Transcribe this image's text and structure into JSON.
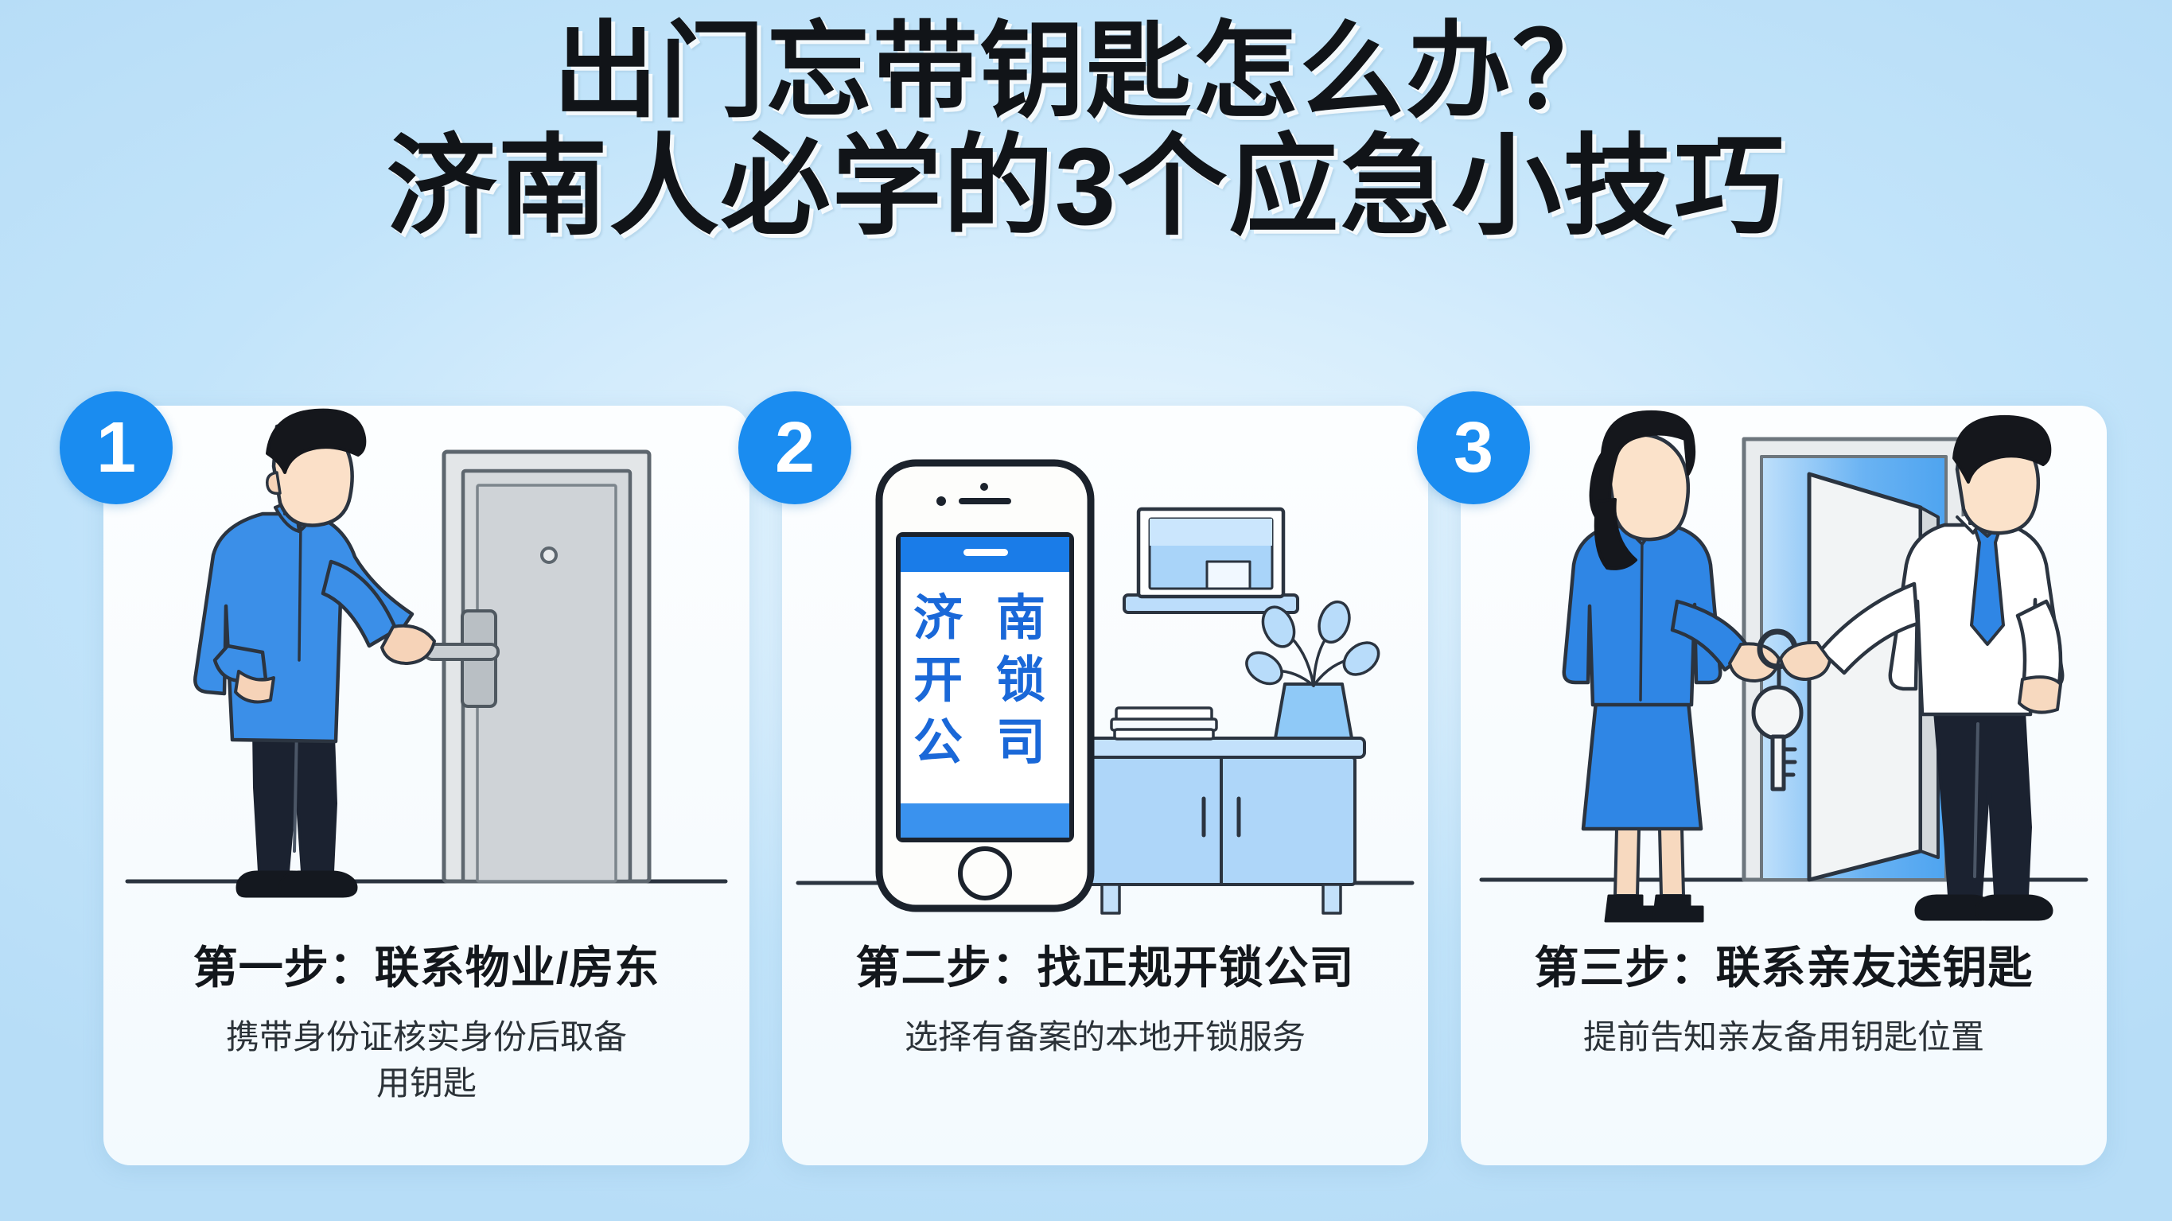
{
  "poster": {
    "background_color": "#bfe4fa",
    "accent_color": "#1a8cf0",
    "title": {
      "line1": "出门忘带钥匙怎么办？",
      "line2": "济南人必学的3个应急小技巧"
    }
  },
  "cards": [
    {
      "badge": "1",
      "caption_title": "第一步：联系物业/房东",
      "caption_sub": "携带身份证核实身份后取备用钥匙",
      "illustration": "man-at-closed-door",
      "illustration_parts": {
        "person_shirt_color": "#3b8fe8",
        "person_pants_color": "#1b2230",
        "door_color": "#d8dbdd"
      }
    },
    {
      "badge": "2",
      "caption_title": "第二步：找正规开锁公司",
      "caption_sub": "选择有备案的本地开锁服务",
      "illustration": "smartphone-with-locksmith-ad",
      "phone_screen_text": {
        "line1": "济南",
        "line2": "开锁",
        "line3": "公司"
      },
      "illustration_parts": {
        "phone_accent_color": "#1a7ce8",
        "furniture_color": "#aed6f9"
      }
    },
    {
      "badge": "3",
      "caption_title": "第三步：联系亲友送钥匙",
      "caption_sub": "提前告知亲友备用钥匙位置",
      "illustration": "woman-handing-keys-to-man-at-open-door",
      "illustration_parts": {
        "woman_suit_color": "#2f86e5",
        "man_shirt_color": "#ffffff",
        "man_tie_color": "#2f86e5"
      }
    }
  ]
}
